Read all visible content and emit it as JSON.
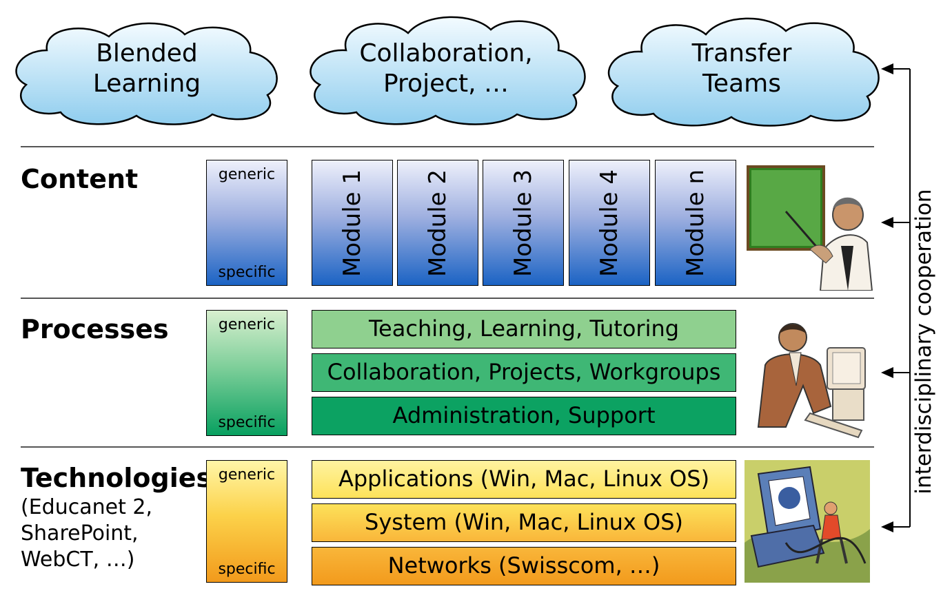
{
  "clouds": [
    {
      "label": "Blended\nLearning"
    },
    {
      "label": "Collaboration,\nProject, …"
    },
    {
      "label": "Transfer\nTeams"
    }
  ],
  "layers": {
    "content": {
      "title": "Content",
      "generic": "generic",
      "specific": "specific",
      "modules": [
        "Module 1",
        "Module 2",
        "Module 3",
        "Module 4",
        "Module n"
      ]
    },
    "processes": {
      "title": "Processes",
      "generic": "generic",
      "specific": "specific",
      "bars": [
        "Teaching, Learning, Tutoring",
        "Collaboration, Projects, Workgroups",
        "Administration, Support"
      ]
    },
    "technologies": {
      "title": "Technologies",
      "subtitle": "(Educanet 2,\nSharePoint,\nWebCT, …)",
      "generic": "generic",
      "specific": "specific",
      "bars": [
        "Applications (Win, Mac, Linux OS)",
        "System (Win, Mac, Linux OS)",
        "Networks (Swisscom, …)"
      ]
    }
  },
  "side_label": "interdisciplinary cooperation",
  "colors": {
    "content_dark": "#1b63c4",
    "processes_dark": "#08a060",
    "technologies_dark": "#f29a1c",
    "cloud_fill": "#bfe4f7"
  },
  "illustrations": [
    "teacher-at-board-clipart",
    "man-at-computer-clipart",
    "computer-figure-clipart"
  ]
}
